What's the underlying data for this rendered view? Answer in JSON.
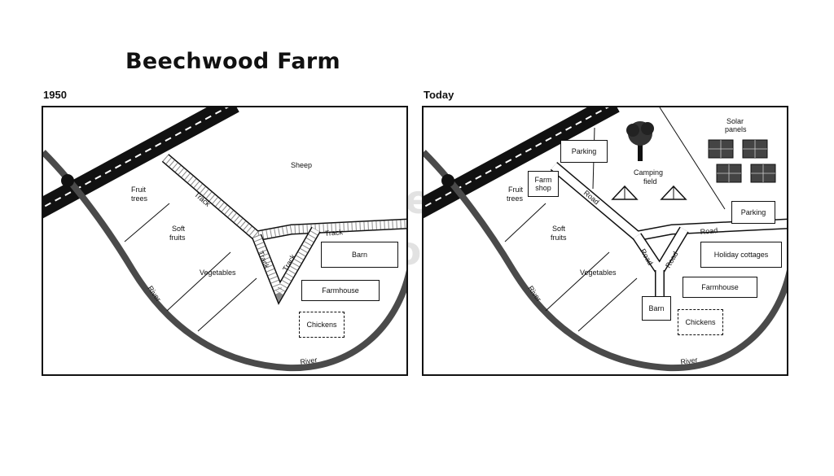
{
  "title": "Beechwood Farm",
  "map_1950": {
    "caption": "1950",
    "sheep": "Sheep",
    "fruit_trees_1": "Fruit",
    "fruit_trees_2": "trees",
    "soft_fruits_1": "Soft",
    "soft_fruits_2": "fruits",
    "vegetables": "Vegetables",
    "track": "Track",
    "river": "River",
    "barn": "Barn",
    "farmhouse": "Farmhouse",
    "chickens": "Chickens"
  },
  "map_today": {
    "caption": "Today",
    "parking_top": "Parking",
    "farm_shop_1": "Farm",
    "farm_shop_2": "shop",
    "fruit_trees_1": "Fruit",
    "fruit_trees_2": "trees",
    "camping_1": "Camping",
    "camping_2": "field",
    "solar_1": "Solar",
    "solar_2": "panels",
    "parking_right": "Parking",
    "road": "Road",
    "holiday": "Holiday cottages",
    "soft_fruits_1": "Soft",
    "soft_fruits_2": "fruits",
    "vegetables": "Vegetables",
    "farmhouse": "Farmhouse",
    "barn": "Barn",
    "chickens": "Chickens",
    "river": "River"
  },
  "colors": {
    "road": "#111111",
    "river": "#4a4a4a",
    "watermark": "#e6e6e6"
  }
}
